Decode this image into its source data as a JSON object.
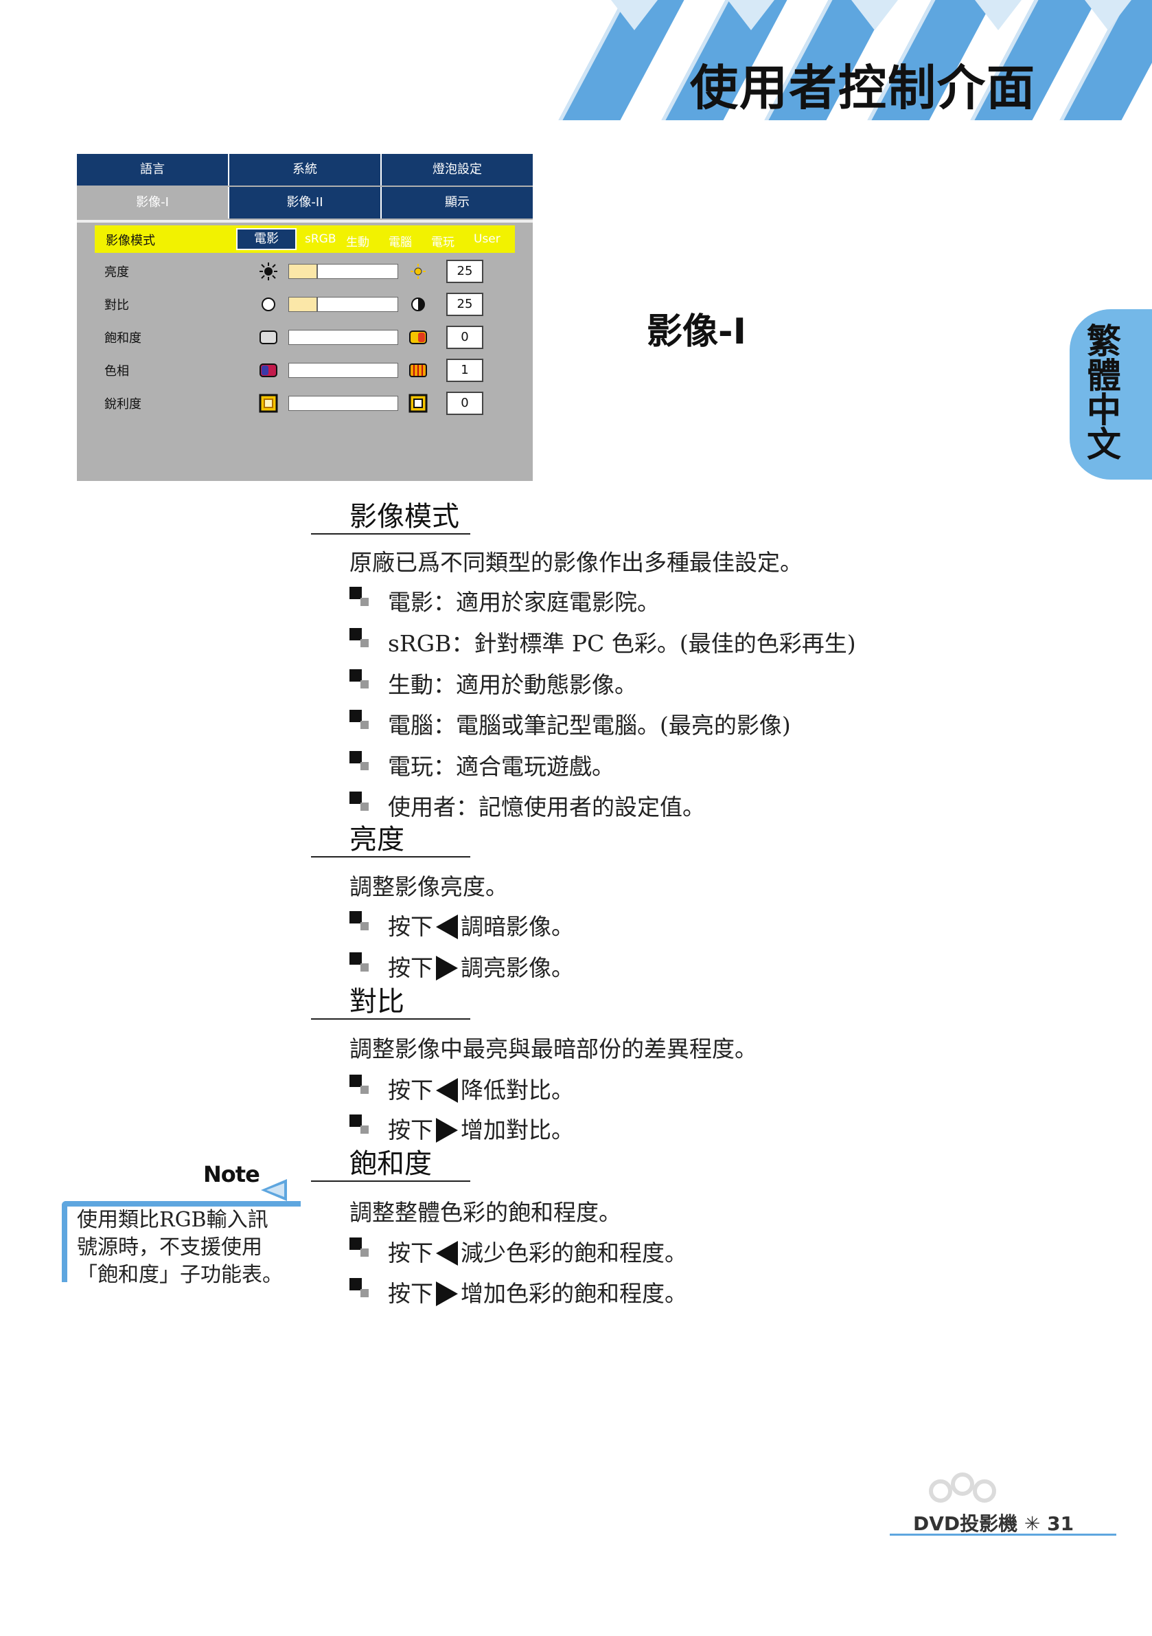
{
  "header": {
    "title": "使用者控制介面",
    "accent_color": "#5ea6df"
  },
  "side_tab": {
    "label": "繁體中文"
  },
  "osd": {
    "tabs_row1": [
      "語言",
      "系統",
      "燈泡設定"
    ],
    "tabs_row2": [
      "影像-I",
      "影像-II",
      "顯示"
    ],
    "active_tab": "影像-I",
    "mode": {
      "label": "影像模式",
      "selected": "電影",
      "options": [
        "sRGB",
        "生動",
        "電腦",
        "電玩",
        "User"
      ]
    },
    "rows": [
      {
        "label": "亮度",
        "value": "25",
        "level": 0.25,
        "icon_left": "sun-small-icon",
        "icon_right": "sun-large-icon"
      },
      {
        "label": "對比",
        "value": "25",
        "level": 0.25,
        "icon_left": "contrast-low-icon",
        "icon_right": "contrast-high-icon"
      },
      {
        "label": "飽和度",
        "value": "0",
        "level": 0.0,
        "icon_left": "saturation-low-icon",
        "icon_right": "saturation-high-icon"
      },
      {
        "label": "色相",
        "value": "1",
        "level": 0.0,
        "icon_left": "tint-low-icon",
        "icon_right": "tint-high-icon"
      },
      {
        "label": "銳利度",
        "value": "0",
        "level": 0.0,
        "icon_left": "sharpness-low-icon",
        "icon_right": "sharpness-high-icon"
      }
    ]
  },
  "section_title": "影像-I",
  "sections": {
    "mode": {
      "heading": "影像模式",
      "desc": "原廠已爲不同類型的影像作出多種最佳設定。",
      "bullets": [
        "電影：適用於家庭電影院。",
        "sRGB：針對標準 PC 色彩。(最佳的色彩再生)",
        "生動：適用於動態影像。",
        "電腦：電腦或筆記型電腦。(最亮的影像)",
        "電玩：適合電玩遊戲。",
        "使用者：記憶使用者的設定值。"
      ]
    },
    "brightness": {
      "heading": "亮度",
      "desc": "調整影像亮度。",
      "press": "按下",
      "bullet_left": "調暗影像。",
      "bullet_right": "調亮影像。"
    },
    "contrast": {
      "heading": "對比",
      "desc": "調整影像中最亮與最暗部份的差異程度。",
      "press": "按下",
      "bullet_left": "降低對比。",
      "bullet_right": "增加對比。"
    },
    "saturation": {
      "heading": "飽和度",
      "desc": "調整整體色彩的飽和程度。",
      "press": "按下",
      "bullet_left": "減少色彩的飽和程度。",
      "bullet_right": "增加色彩的飽和程度。"
    }
  },
  "note": {
    "title": "Note",
    "lines": [
      "使用類比RGB輸入訊",
      "號源時，不支援使用",
      "「飽和度」子功能表。"
    ]
  },
  "footer": {
    "text": "DVD投影機 ✳ 31"
  }
}
